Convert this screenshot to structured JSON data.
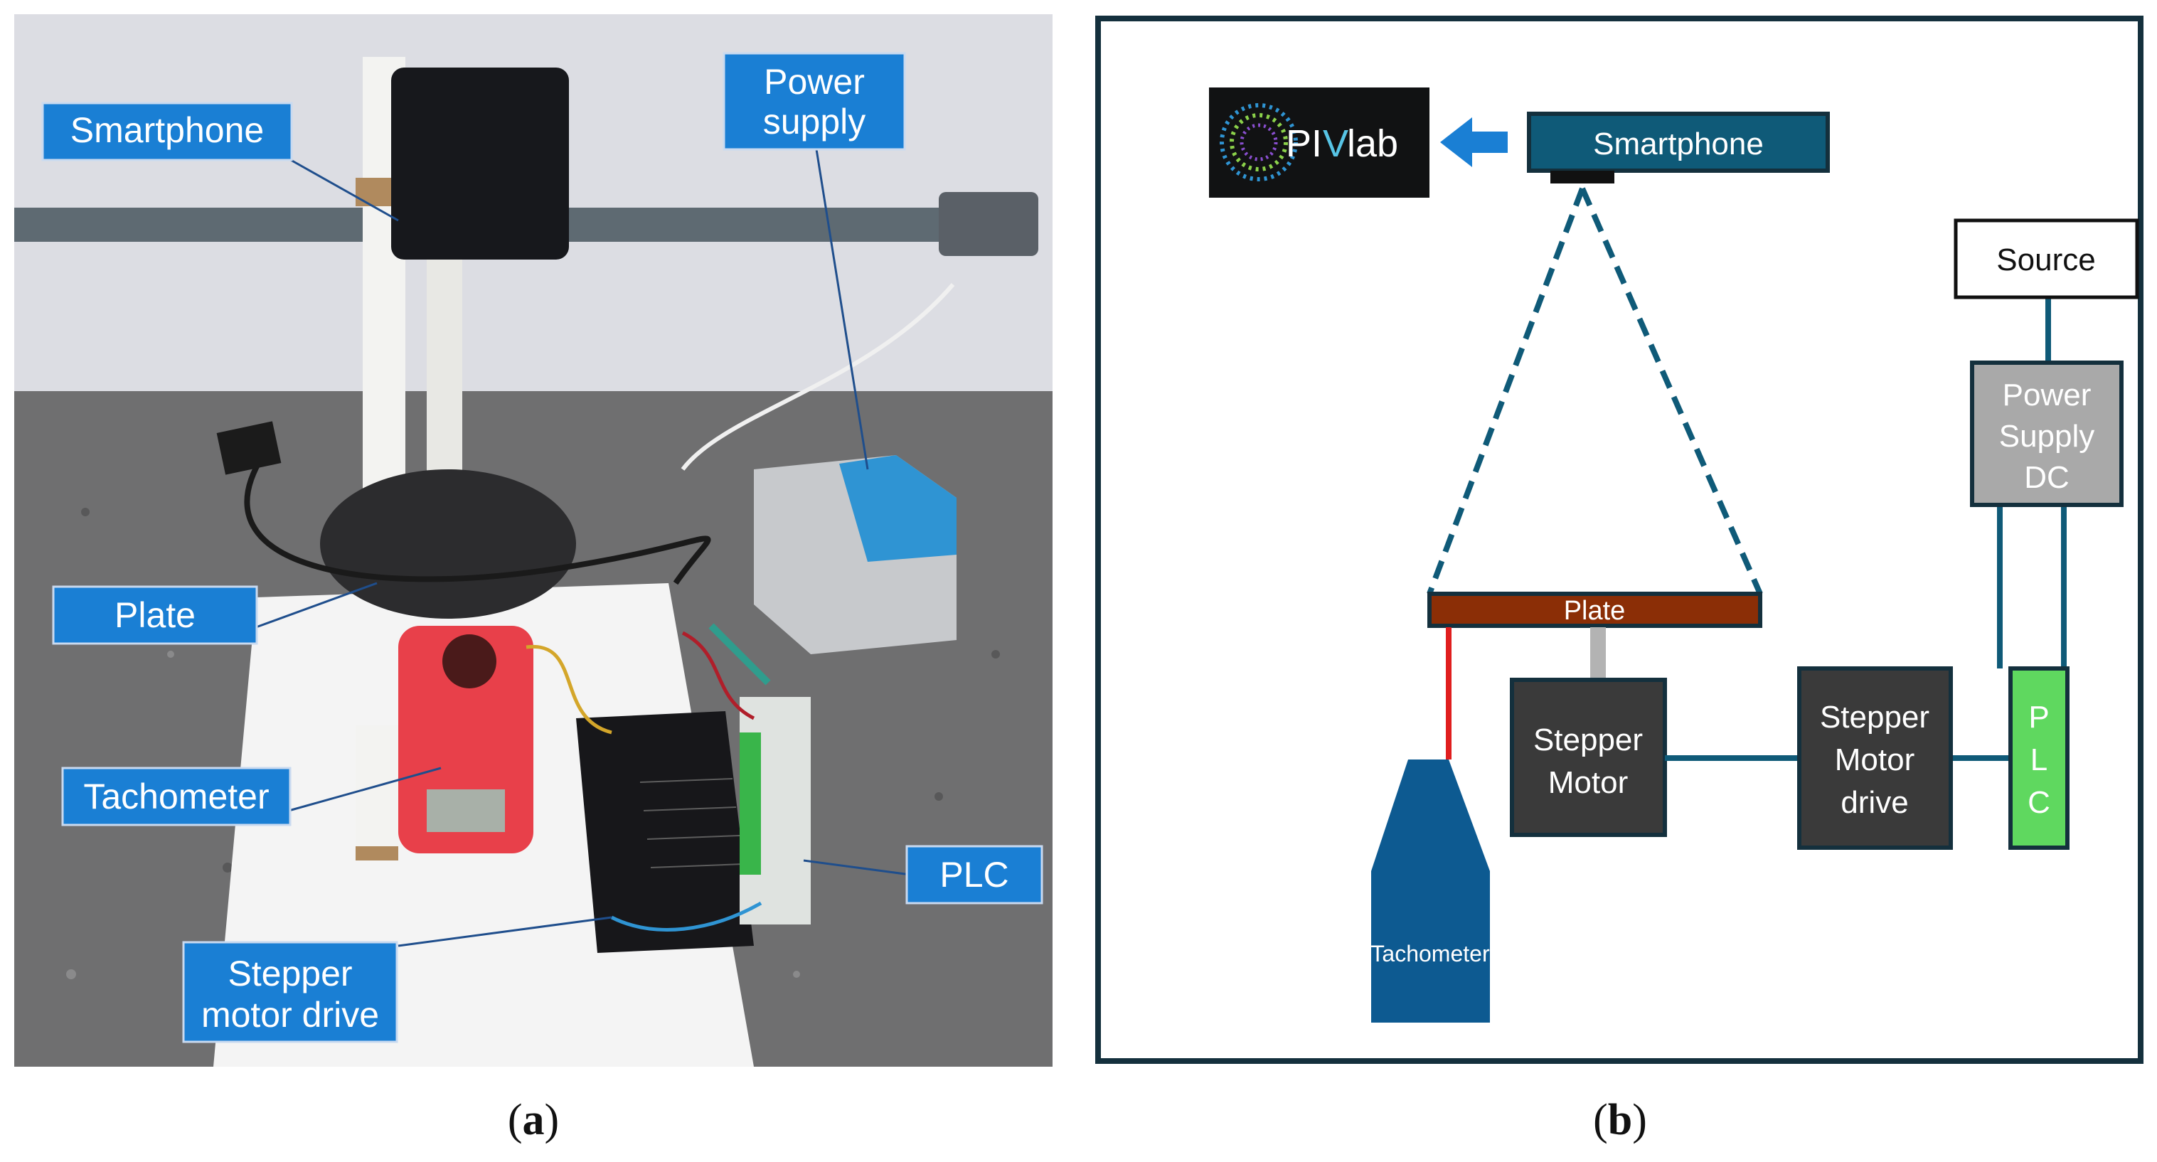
{
  "panel_a": {
    "labels": {
      "smartphone": "Smartphone",
      "power_supply_line1": "Power",
      "power_supply_line2": "supply",
      "plate": "Plate",
      "tachometer": "Tachometer",
      "plc": "PLC",
      "stepper_drive_line1": "Stepper",
      "stepper_drive_line2": "motor drive"
    },
    "colors": {
      "label_bg": "#1a7fd4",
      "label_text": "#ffffff",
      "leader_line": "#1f4e8c"
    }
  },
  "panel_b": {
    "logo": {
      "text_pi": "PI",
      "text_v": "V",
      "text_lab": "lab"
    },
    "smartphone": "Smartphone",
    "source": "Source",
    "power_supply": {
      "line1": "Power",
      "line2": "Supply",
      "line3": "DC"
    },
    "plate": "Plate",
    "stepper_motor": {
      "line1": "Stepper",
      "line2": "Motor"
    },
    "stepper_drive": {
      "line1": "Stepper",
      "line2": "Motor",
      "line3": "drive"
    },
    "plc": {
      "line1": "P",
      "line2": "L",
      "line3": "C"
    },
    "tachometer": "Tachometer",
    "colors": {
      "frame": "#14303d",
      "smartphone_fill": "#0f5a78",
      "connector": "#0f5a78",
      "dark_box": "#3a3a3a",
      "power_fill": "#a9a9a9",
      "plate_fill": "#8b2e06",
      "plc_fill": "#5fd85f",
      "tachometer_fill": "#0d5a91",
      "red_line": "#e01e1e",
      "arrow": "#1a7fd4"
    }
  },
  "captions": {
    "a_letter": "a",
    "b_letter": "b"
  }
}
